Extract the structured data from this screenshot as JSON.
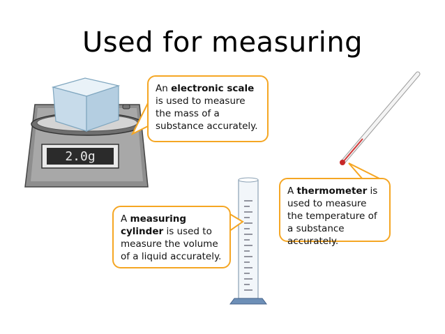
{
  "title": "Used for measuring",
  "scale_display": "2.0g",
  "callouts": {
    "scale": {
      "pre": "An ",
      "bold": "electronic scale",
      "post": " is used to measure the mass of a substance accurately."
    },
    "thermometer": {
      "pre": "A ",
      "bold": "thermometer",
      "post": " is used to measure the temperature of a substance accurately."
    },
    "cylinder": {
      "pre": "A ",
      "bold": "measuring cylinder",
      "post": " is used to measure the volume of a liquid accurately."
    }
  },
  "colors": {
    "callout_border": "#f5a623",
    "display_bg": "#2b2b2b",
    "display_text": "#e8e8e8"
  }
}
